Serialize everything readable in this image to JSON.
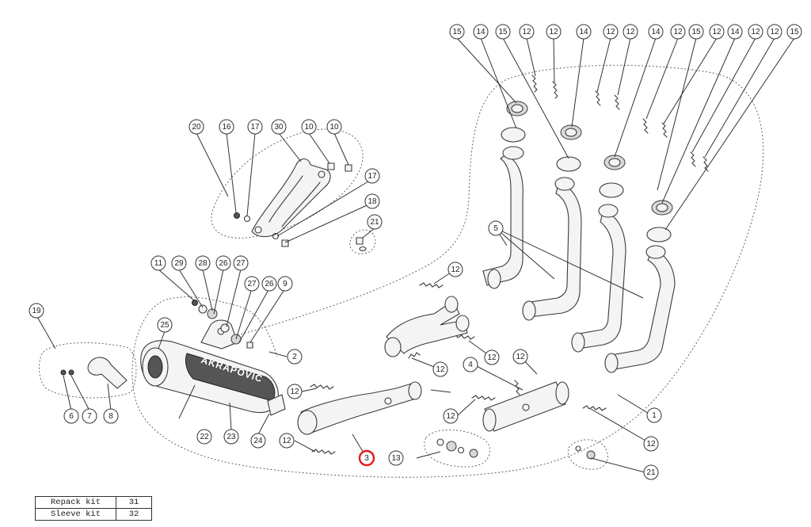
{
  "callouts": [
    {
      "label": "15"
    },
    {
      "label": "14"
    },
    {
      "label": "15"
    },
    {
      "label": "12"
    },
    {
      "label": "12"
    },
    {
      "label": "14"
    },
    {
      "label": "12"
    },
    {
      "label": "12"
    },
    {
      "label": "14"
    },
    {
      "label": "12"
    },
    {
      "label": "15"
    },
    {
      "label": "12"
    },
    {
      "label": "14"
    },
    {
      "label": "12"
    },
    {
      "label": "12"
    },
    {
      "label": "15"
    },
    {
      "label": "20"
    },
    {
      "label": "16"
    },
    {
      "label": "17"
    },
    {
      "label": "30"
    },
    {
      "label": "10"
    },
    {
      "label": "10"
    },
    {
      "label": "17"
    },
    {
      "label": "18"
    },
    {
      "label": "21"
    },
    {
      "label": "5"
    },
    {
      "label": "11"
    },
    {
      "label": "29"
    },
    {
      "label": "28"
    },
    {
      "label": "26"
    },
    {
      "label": "27"
    },
    {
      "label": "27"
    },
    {
      "label": "26"
    },
    {
      "label": "9"
    },
    {
      "label": "12"
    },
    {
      "label": "19"
    },
    {
      "label": "25"
    },
    {
      "label": "2"
    },
    {
      "label": "12"
    },
    {
      "label": "4"
    },
    {
      "label": "12"
    },
    {
      "label": "12"
    },
    {
      "label": "12"
    },
    {
      "label": "12"
    },
    {
      "label": "1"
    },
    {
      "label": "6"
    },
    {
      "label": "7"
    },
    {
      "label": "8"
    },
    {
      "label": "22"
    },
    {
      "label": "23"
    },
    {
      "label": "24"
    },
    {
      "label": "12"
    },
    {
      "label": "3",
      "highlighted": true
    },
    {
      "label": "13"
    },
    {
      "label": "12"
    },
    {
      "label": "21"
    }
  ],
  "muffler_brand": "AKRAPOVIC",
  "kits": [
    {
      "name": "Repack kit",
      "number": "31"
    },
    {
      "name": "Sleeve kit",
      "number": "32"
    }
  ],
  "colors": {
    "highlight": "#e01b1b",
    "line": "#3a3a3a"
  }
}
